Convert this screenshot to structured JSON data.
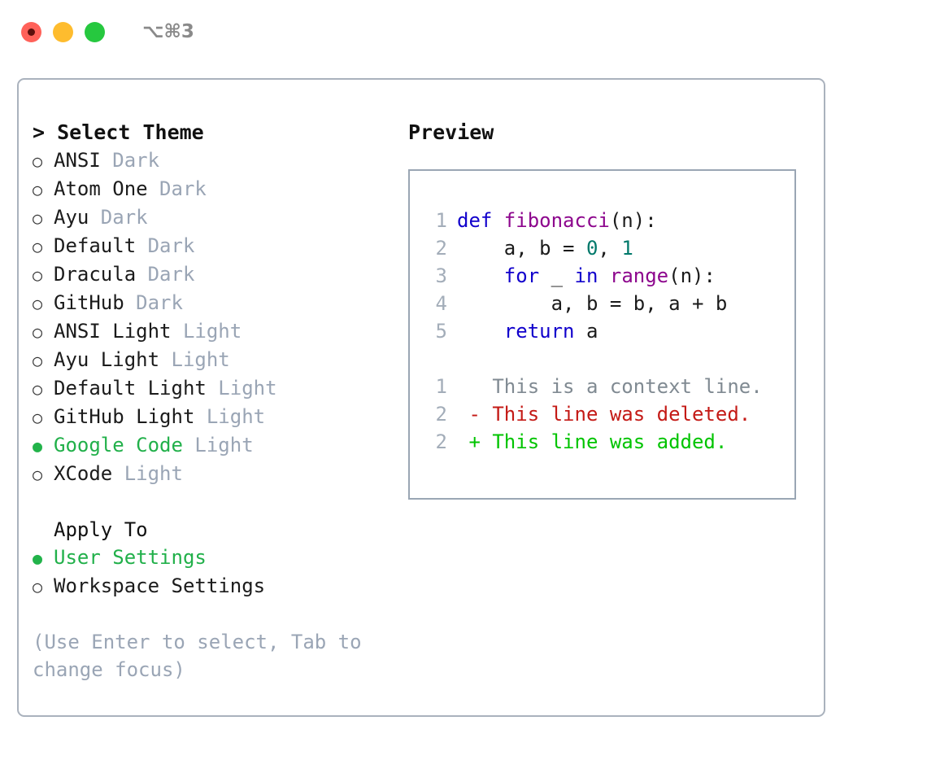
{
  "titlebar": {
    "shortcut": "⌥⌘3",
    "buttons": [
      {
        "name": "close",
        "color": "#ff6159"
      },
      {
        "name": "minimize",
        "color": "#febc2e"
      },
      {
        "name": "zoom",
        "color": "#26c83f"
      }
    ]
  },
  "theme_picker": {
    "heading": "> Select Theme",
    "caret": ">",
    "heading_label": "Select Theme",
    "bullet_selected": "●",
    "bullet_unselected": "○",
    "items": [
      {
        "name": "ANSI",
        "kind": "Dark",
        "selected": false
      },
      {
        "name": "Atom One",
        "kind": "Dark",
        "selected": false
      },
      {
        "name": "Ayu",
        "kind": "Dark",
        "selected": false
      },
      {
        "name": "Default",
        "kind": "Dark",
        "selected": false
      },
      {
        "name": "Dracula",
        "kind": "Dark",
        "selected": false
      },
      {
        "name": "GitHub",
        "kind": "Dark",
        "selected": false
      },
      {
        "name": "ANSI Light",
        "kind": "Light",
        "selected": false
      },
      {
        "name": "Ayu Light",
        "kind": "Light",
        "selected": false
      },
      {
        "name": "Default Light",
        "kind": "Light",
        "selected": false
      },
      {
        "name": "GitHub Light",
        "kind": "Light",
        "selected": false
      },
      {
        "name": "Google Code",
        "kind": "Light",
        "selected": true
      },
      {
        "name": "XCode",
        "kind": "Light",
        "selected": false
      }
    ]
  },
  "apply_to": {
    "heading": "Apply To",
    "items": [
      {
        "name": "User Settings",
        "selected": true
      },
      {
        "name": "Workspace Settings",
        "selected": false
      }
    ]
  },
  "hint": "(Use Enter to select, Tab to change focus)",
  "preview": {
    "title": "Preview",
    "code": [
      {
        "num": "1",
        "tokens": [
          {
            "t": "def ",
            "c": "kw"
          },
          {
            "t": "fibonacci",
            "c": "fn"
          },
          {
            "t": "(n):",
            "c": "pl"
          }
        ]
      },
      {
        "num": "2",
        "tokens": [
          {
            "t": "    a, b = ",
            "c": "pl"
          },
          {
            "t": "0",
            "c": "num"
          },
          {
            "t": ", ",
            "c": "pl"
          },
          {
            "t": "1",
            "c": "num"
          }
        ]
      },
      {
        "num": "3",
        "tokens": [
          {
            "t": "    ",
            "c": "pl"
          },
          {
            "t": "for",
            "c": "kw"
          },
          {
            "t": " _ ",
            "c": "pl"
          },
          {
            "t": "in",
            "c": "kw"
          },
          {
            "t": " ",
            "c": "pl"
          },
          {
            "t": "range",
            "c": "fn"
          },
          {
            "t": "(n):",
            "c": "pl"
          }
        ]
      },
      {
        "num": "4",
        "tokens": [
          {
            "t": "        a, b = b, a + b",
            "c": "pl"
          }
        ]
      },
      {
        "num": "5",
        "tokens": [
          {
            "t": "    ",
            "c": "pl"
          },
          {
            "t": "return",
            "c": "kw"
          },
          {
            "t": " a",
            "c": "pl"
          }
        ]
      }
    ],
    "diff": [
      {
        "num": "1",
        "marker": " ",
        "text": " This is a context line.",
        "kind": "ctx"
      },
      {
        "num": "2",
        "marker": "-",
        "text": " This line was deleted.",
        "kind": "del"
      },
      {
        "num": "2",
        "marker": "+",
        "text": " This line was added.",
        "kind": "add"
      }
    ]
  },
  "colors": {
    "accent_green": "#21b04a",
    "muted": "#9aa5b5",
    "keyword": "#1100cc",
    "function": "#8d068d",
    "number": "#00796b",
    "diff_context": "#808a92",
    "diff_deleted": "#c41a16",
    "diff_added": "#00c400",
    "panel_border": "#aab2bd",
    "preview_border": "#9aa6b4"
  }
}
